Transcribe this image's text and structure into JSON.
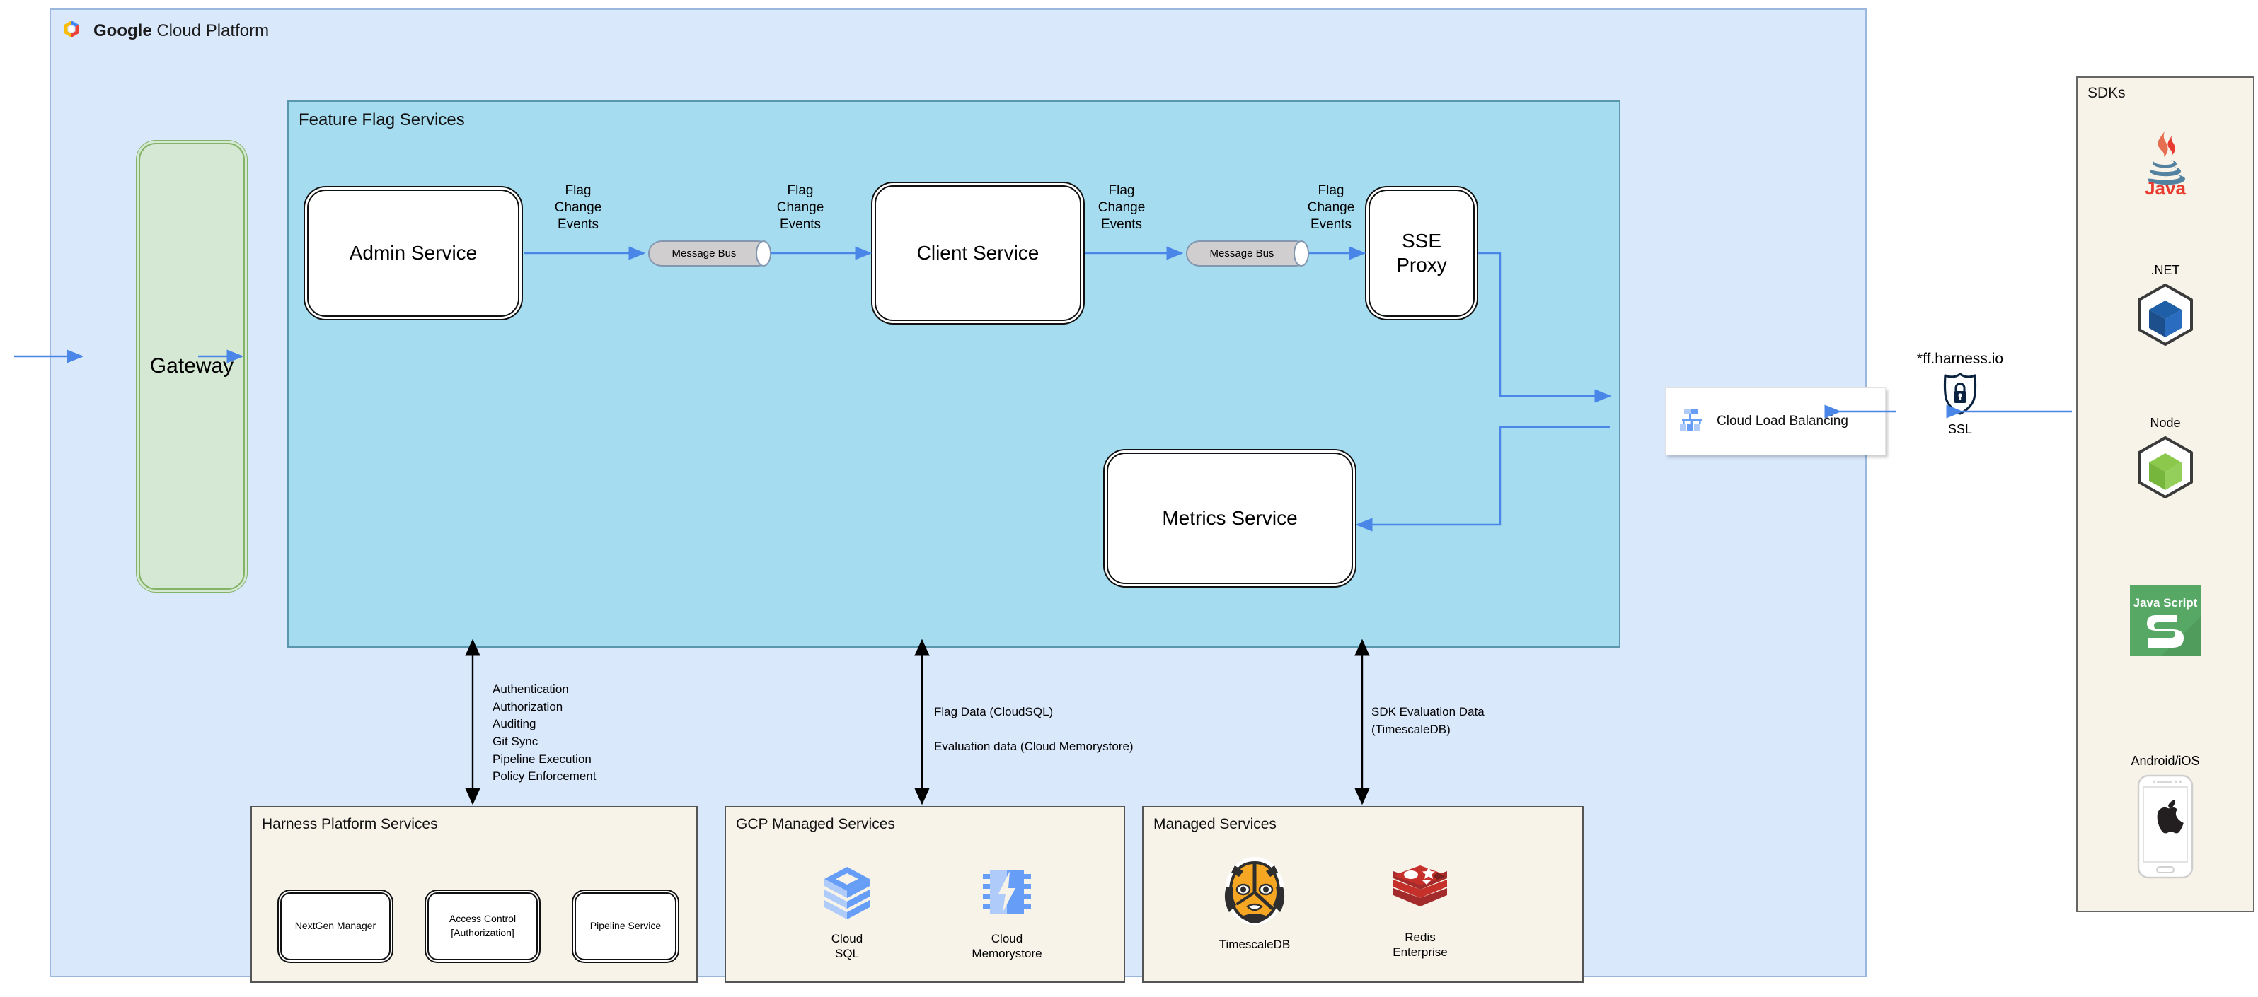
{
  "gcp": {
    "title_bold": "Google",
    "title_rest": " Cloud Platform",
    "logo": "google-cloud-logo"
  },
  "gateway": {
    "label": "Gateway"
  },
  "feature_flag_services": {
    "title": "Feature Flag Services",
    "services": [
      {
        "id": "admin-service",
        "label": "Admin Service"
      },
      {
        "id": "client-service",
        "label": "Client Service"
      },
      {
        "id": "sse-proxy",
        "label": "SSE\nProxy"
      },
      {
        "id": "metrics-service",
        "label": "Metrics Service"
      }
    ],
    "message_buses": [
      {
        "id": "message-bus-1",
        "label": "Message Bus"
      },
      {
        "id": "message-bus-2",
        "label": "Message Bus"
      }
    ],
    "edge_labels": [
      {
        "id": "flag-change-events-1",
        "text": "Flag\nChange\nEvents"
      },
      {
        "id": "flag-change-events-2",
        "text": "Flag\nChange\nEvents"
      },
      {
        "id": "flag-change-events-3",
        "text": "Flag\nChange\nEvents"
      },
      {
        "id": "flag-change-events-4",
        "text": "Flag\nChange\nEvents"
      }
    ]
  },
  "load_balancer": {
    "label": "Cloud Load Balancing",
    "icon": "cloud-load-balancing-icon"
  },
  "ssl": {
    "domain": "*ff.harness.io",
    "caption": "SSL",
    "icon": "ssl-shield-lock-icon"
  },
  "annotations": [
    {
      "id": "harness-platform-annotation",
      "text": "Authentication\nAuthorization\nAuditing\nGit Sync\nPipeline Execution\nPolicy Enforcement"
    },
    {
      "id": "gcp-data-annotation",
      "text": "Flag Data (CloudSQL)\n\nEvaluation data (Cloud Memorystore)"
    },
    {
      "id": "sdk-data-annotation",
      "text": "SDK Evaluation Data\n(TimescaleDB)"
    }
  ],
  "bottom_panels": [
    {
      "id": "harness-platform-services",
      "title": "Harness Platform Services",
      "items": [
        {
          "id": "nextgen-manager",
          "label": "NextGen Manager"
        },
        {
          "id": "access-control",
          "label": "Access Control\n[Authorization]"
        },
        {
          "id": "pipeline-service",
          "label": "Pipeline Service"
        }
      ]
    },
    {
      "id": "gcp-managed-services",
      "title": "GCP Managed Services",
      "items": [
        {
          "id": "cloud-sql",
          "label": "Cloud\nSQL",
          "icon": "cloud-sql-icon"
        },
        {
          "id": "cloud-memorystore",
          "label": "Cloud\nMemorystore",
          "icon": "cloud-memorystore-icon"
        }
      ]
    },
    {
      "id": "managed-services",
      "title": "Managed Services",
      "items": [
        {
          "id": "timescaledb",
          "label": "TimescaleDB",
          "icon": "timescaledb-tiger-icon"
        },
        {
          "id": "redis-enterprise",
          "label": "Redis\nEnterprise",
          "icon": "redis-icon"
        }
      ]
    }
  ],
  "sdks": {
    "title": "SDKs",
    "items": [
      {
        "id": "java-sdk",
        "label": "",
        "wordmark": "Java",
        "icon": "java-icon"
      },
      {
        "id": "dotnet-sdk",
        "label": ".NET",
        "icon": "dotnet-cube-icon"
      },
      {
        "id": "node-sdk",
        "label": "Node",
        "icon": "node-cube-icon"
      },
      {
        "id": "javascript-sdk",
        "label": "",
        "wordmark": "Java Script",
        "icon": "javascript-icon"
      },
      {
        "id": "mobile-sdk",
        "label": "Android/iOS",
        "icon": "mobile-phone-apple-icon"
      }
    ]
  },
  "colors": {
    "gcp_bg": "#dae8fc",
    "ffs_bg": "#a6dcef",
    "gateway_bg": "#d5e8d4",
    "panel_bg": "#f7f3e9",
    "arrow_blue": "#4a86e8",
    "arrow_black": "#000000"
  }
}
